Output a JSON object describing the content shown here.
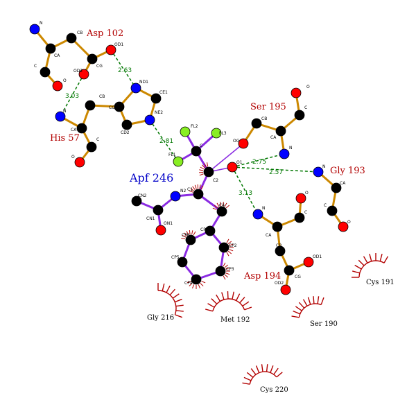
{
  "residues": {
    "asp102": "Asp 102",
    "his57": "His 57",
    "ser195": "Ser 195",
    "gly193": "Gly 193",
    "apf246": "Apf 246",
    "asp194": "Asp 194",
    "cys191": "Cys 191",
    "gly216": "Gly 216",
    "met192": "Met 192",
    "ser190": "Ser 190",
    "cys220": "Cys 220"
  },
  "hbonds": {
    "d1": "2.63",
    "d2": "3.03",
    "d3": "2.81",
    "d4": "2.75",
    "d5": "2.57",
    "d6": "3.13"
  },
  "atoms": {
    "n_asp102": "N",
    "cb_asp102": "CB",
    "od1_asp102": "OD1",
    "ca_asp102": "CA",
    "cg_asp102": "CG",
    "c_asp102": "C",
    "od2_asp102": "OD2",
    "o_asp102": "O",
    "nd1_his": "ND1",
    "ce1_his": "CE1",
    "cb_his": "CB",
    "cg_his": "CG",
    "n_his": "N",
    "ne2_his": "NE2",
    "ca_his": "CA",
    "cd2_his": "CD2",
    "c_his": "C",
    "o_his": "O",
    "o_ser": "O",
    "c_ser": "C",
    "cb_ser": "CB",
    "ca_ser": "CA",
    "og_ser": "OG",
    "n_ser": "N",
    "fl2": "FL2",
    "fl3": "FL3",
    "fl1": "FL1",
    "c1_apf": "C",
    "o1_apf": "O1",
    "c2_apf": "C2",
    "n_gly": "N",
    "ca_gly": "CA",
    "c_gly": "C",
    "o_gly": "O",
    "cn2": "CN2",
    "n2": "N2",
    "c11": "C1",
    "c4": "C4",
    "cn1": "CN1",
    "on1": "ON1",
    "n_asp194": "N",
    "o_asp194": "O",
    "ca_asp194": "CA",
    "c_asp194": "C",
    "cb_asp194": "CB",
    "od1_asp194": "OD1",
    "cg_asp194": "CG",
    "od2_asp194": "OD2",
    "cp1": "CP1",
    "cp6": "CP6",
    "cp2": "CP2",
    "cp5": "CP5",
    "cp3": "CP3",
    "cp4": "CP4"
  },
  "colors": {
    "carbon": "#000000",
    "nitrogen": "#0000ff",
    "oxygen": "#ff0000",
    "fluorine": "#88ee22",
    "ligand_bond": "#8a2be2",
    "residue_bond": "#cc8800",
    "hbond": "#007700",
    "hydrophobic": "#b20000"
  }
}
